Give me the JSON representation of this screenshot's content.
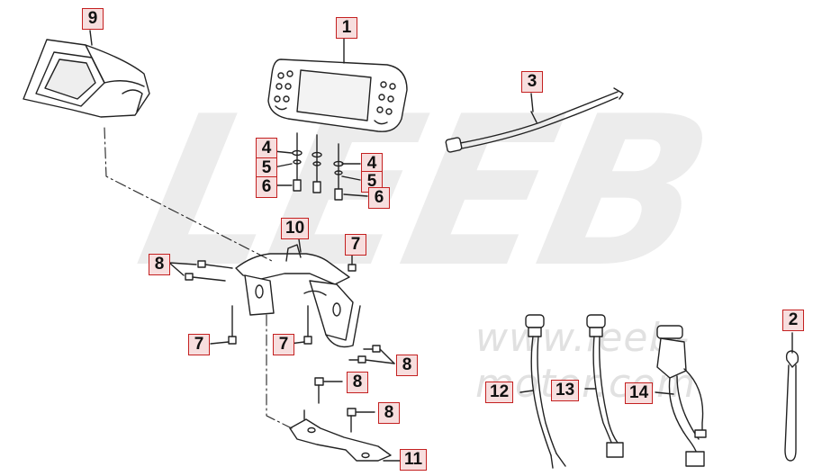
{
  "watermark": {
    "brand": "LEEB",
    "url": "www.leeb-motor.com"
  },
  "callouts": [
    {
      "label": "1"
    },
    {
      "label": "2"
    },
    {
      "label": "3"
    },
    {
      "label": "4"
    },
    {
      "label": "4"
    },
    {
      "label": "5"
    },
    {
      "label": "5"
    },
    {
      "label": "6"
    },
    {
      "label": "6"
    },
    {
      "label": "7"
    },
    {
      "label": "7"
    },
    {
      "label": "7"
    },
    {
      "label": "8"
    },
    {
      "label": "8"
    },
    {
      "label": "8"
    },
    {
      "label": "8"
    },
    {
      "label": "9"
    },
    {
      "label": "10"
    },
    {
      "label": "11"
    },
    {
      "label": "12"
    },
    {
      "label": "13"
    },
    {
      "label": "14"
    }
  ],
  "colors": {
    "callout_border": "#c42020",
    "callout_fill": "#f7dede",
    "line": "#222222",
    "watermark": "#ececec"
  }
}
